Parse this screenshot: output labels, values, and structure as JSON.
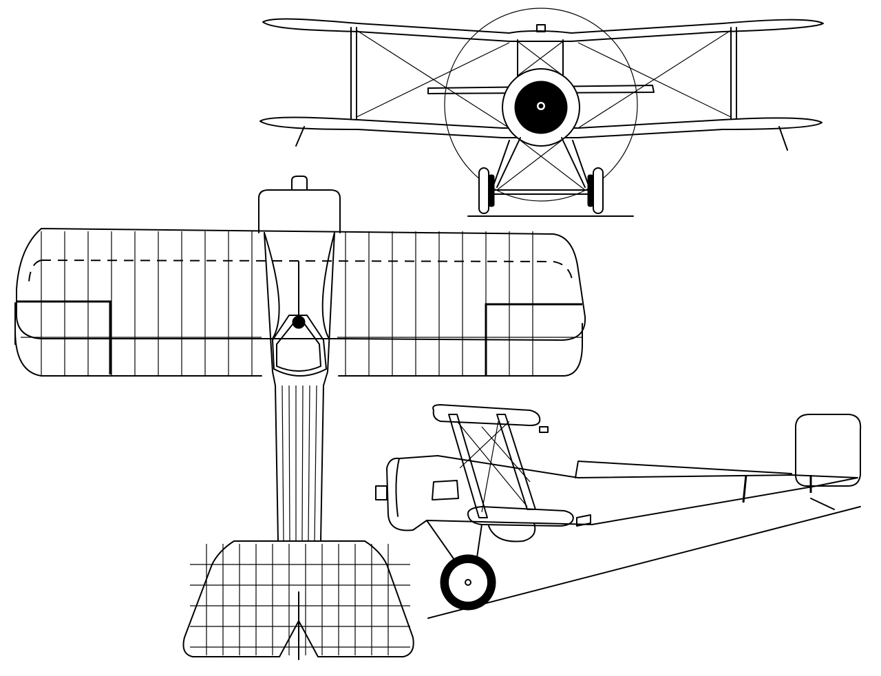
{
  "drawing": {
    "views": [
      {
        "id": "front",
        "label": ""
      },
      {
        "id": "top",
        "label": ""
      },
      {
        "id": "side",
        "label": ""
      }
    ]
  },
  "colors": {
    "ink": "#000000",
    "paper": "#ffffff"
  }
}
